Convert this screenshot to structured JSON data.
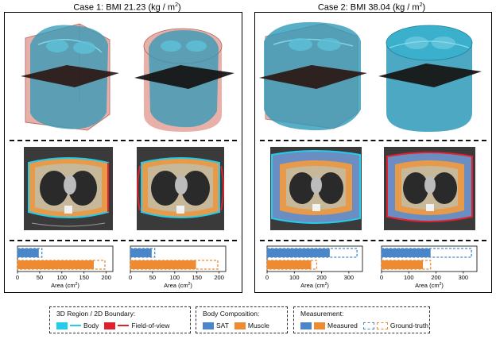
{
  "cases": [
    {
      "title_main": "Case 1: BMI 21.23 (kg / m",
      "title_sup": "2",
      "title_end": ")"
    },
    {
      "title_main": "Case 2: BMI 38.04 (kg / m",
      "title_sup": "2",
      "title_end": ")"
    }
  ],
  "charts": {
    "axis_label": "Area (cm",
    "axis_label_sup": "2",
    "axis_label_end": ")",
    "case1_ticks": [
      "0",
      "50",
      "100",
      "150",
      "200"
    ],
    "case2_ticks": [
      "0",
      "100",
      "200",
      "300"
    ]
  },
  "chart_data": [
    {
      "type": "bar",
      "case": "Case 1",
      "view": "left",
      "xlim": [
        0,
        215
      ],
      "series": [
        {
          "name": "SAT",
          "measured": 48,
          "ground_truth": 55
        },
        {
          "name": "Muscle",
          "measured": 172,
          "ground_truth": 197
        }
      ]
    },
    {
      "type": "bar",
      "case": "Case 1",
      "view": "right",
      "xlim": [
        0,
        215
      ],
      "series": [
        {
          "name": "SAT",
          "measured": 48,
          "ground_truth": 55
        },
        {
          "name": "Muscle",
          "measured": 148,
          "ground_truth": 197
        }
      ]
    },
    {
      "type": "bar",
      "case": "Case 2",
      "view": "left",
      "xlim": [
        0,
        350
      ],
      "series": [
        {
          "name": "SAT",
          "measured": 230,
          "ground_truth": 330
        },
        {
          "name": "Muscle",
          "measured": 162,
          "ground_truth": 182
        }
      ]
    },
    {
      "type": "bar",
      "case": "Case 2",
      "view": "right",
      "xlim": [
        0,
        350
      ],
      "series": [
        {
          "name": "SAT",
          "measured": 180,
          "ground_truth": 330
        },
        {
          "name": "Muscle",
          "measured": 152,
          "ground_truth": 180
        }
      ]
    }
  ],
  "legend": {
    "region": {
      "title": "3D Region / 2D Boundary:",
      "body": "Body",
      "fov": "Field-of-view"
    },
    "composition": {
      "title": "Body Composition:",
      "sat": "SAT",
      "muscle": "Muscle"
    },
    "measurement": {
      "title": "Measurement:",
      "measured": "Measured",
      "gt": "Ground-truth"
    }
  },
  "colors": {
    "body": "#22ccea",
    "fov": "#e0202a",
    "sat": "#4a86c8",
    "muscle": "#ee8a32",
    "fov_volume": "#e4a29a",
    "body_volume": "#2e9ab8"
  }
}
